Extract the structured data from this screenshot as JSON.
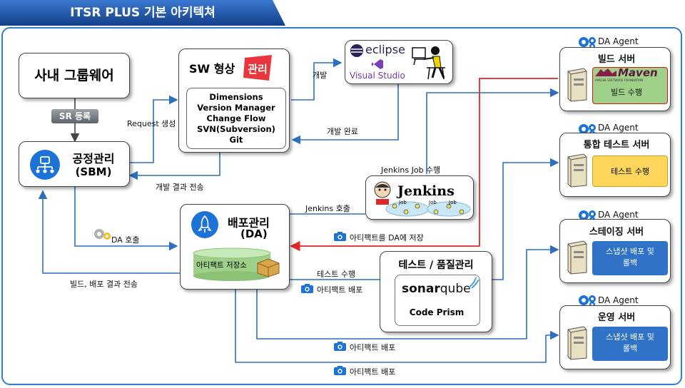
{
  "title": "ITSR PLUS 기본 아키텍쳐",
  "groupware": "사내 그룹웨어",
  "sr_register": "SR 등록",
  "sbm": {
    "line1": "공정관리",
    "line2": "(SBM)"
  },
  "sw_config": {
    "title_a": "SW 형상",
    "title_b": "관리",
    "tools": [
      "Dimensions",
      "Version Manager",
      "Change Flow",
      "SVN(Subversion)",
      "Git"
    ]
  },
  "ide": {
    "eclipse": "eclipse",
    "visual_studio": "Visual Studio"
  },
  "jenkins": {
    "name": "Jenkins",
    "job": "Job"
  },
  "da": {
    "line1": "배포관리",
    "line2": "(DA)",
    "store": "아티팩트 저장소"
  },
  "qa": {
    "title": "테스트 / 품질관리",
    "sonar_a": "sonar",
    "sonar_b": "qube",
    "prism": "Code Prism"
  },
  "servers": [
    {
      "agent": "DA Agent",
      "name": "빌드 서버",
      "task": "빌드 수행",
      "tool": "Maven",
      "tool_caption": "APACHE SOFTWARE FOUNDATION"
    },
    {
      "agent": "DA Agent",
      "name": "통합 테스트 서버",
      "task": "테스트 수행"
    },
    {
      "agent": "DA Agent",
      "name": "스테이징 서버",
      "task_l1": "스냅샷 배포 및",
      "task_l2": "롤백"
    },
    {
      "agent": "DA Agent",
      "name": "운영 서버",
      "task_l1": "스냅샷 배포 및",
      "task_l2": "롤백"
    }
  ],
  "labels": {
    "request": "Request 생성",
    "dev": "개발",
    "dev_done": "개발 완료",
    "dev_result": "개발 결과 전송",
    "jenkins_job": "Jenkins Job 수행",
    "jenkins_call": "Jenkins 호출",
    "save_artifact": "아티팩트를 DA에 저장",
    "da_call": "DA 호출",
    "build_deploy_result": "빌드, 배포 결과 전송",
    "test_run": "테스트 수행",
    "artifact_deploy_1": "아티팩트 배포",
    "artifact_deploy_2": "아티팩트 배포",
    "artifact_deploy_3": "아티팩트 배포"
  },
  "colors": {
    "frame": "#2c7fd0",
    "title_bg": "#1b4fa0",
    "line": "#2c6fbf",
    "red": "#e0262a",
    "build_task": "#9fd08a",
    "test_task": "#fcd65a",
    "deploy_task": "#2f72c8"
  }
}
